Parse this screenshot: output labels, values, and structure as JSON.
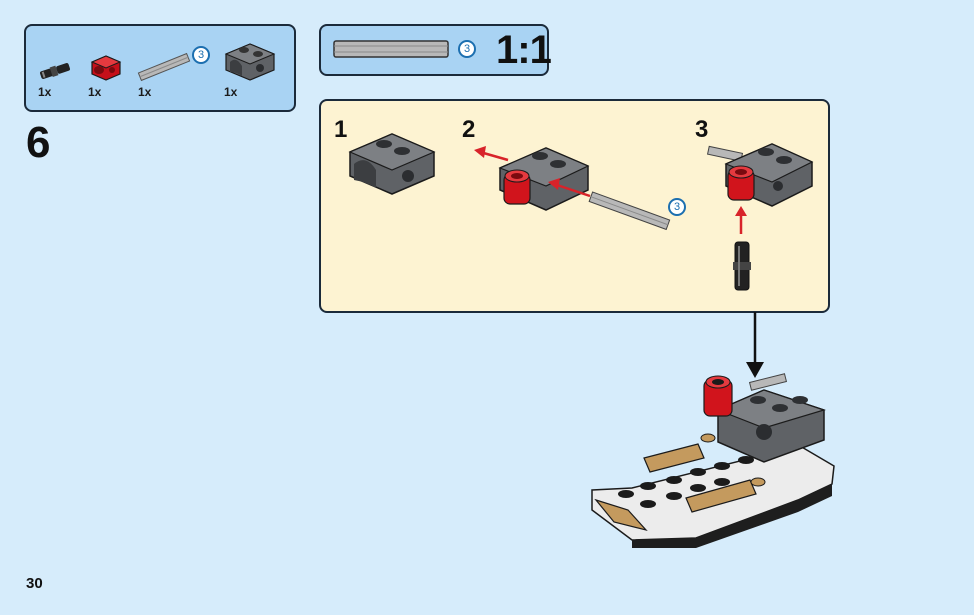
{
  "page": {
    "number": "30",
    "step": "6"
  },
  "parts_list": {
    "items": [
      {
        "quantity": "1x",
        "icon": "pin-with-bush-icon"
      },
      {
        "quantity": "1x",
        "icon": "red-connector-icon"
      },
      {
        "quantity": "1x",
        "icon": "axle-3-icon",
        "callout": "3"
      },
      {
        "quantity": "1x",
        "icon": "gray-claw-brick-icon"
      }
    ]
  },
  "scale_check": {
    "callout": "3",
    "label": "1:1"
  },
  "sub_steps": [
    {
      "number": "1"
    },
    {
      "number": "2",
      "callout": "3"
    },
    {
      "number": "3"
    }
  ],
  "colors": {
    "background": "#d6ecfb",
    "panel_blue": "#a9d3f3",
    "panel_cream": "#fdf3d2",
    "brick_red": "#d1141c",
    "brick_gray": "#5f6266",
    "arrow_red": "#d8232a"
  }
}
